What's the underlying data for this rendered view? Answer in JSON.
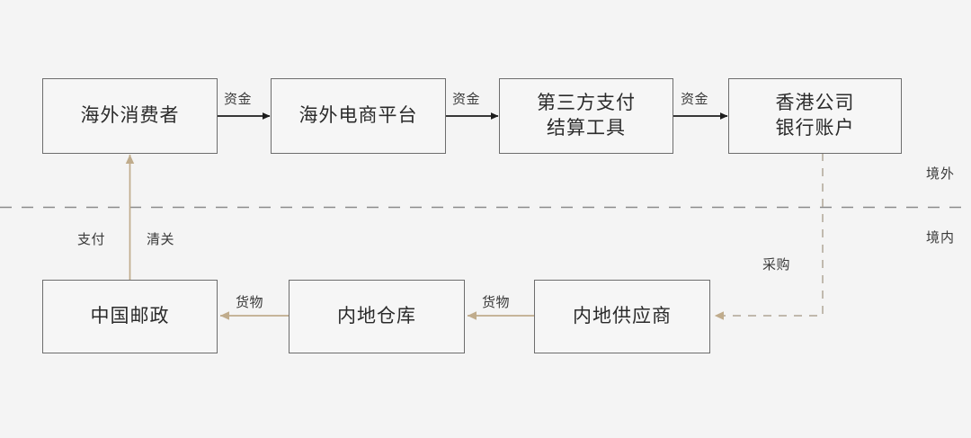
{
  "diagram": {
    "background_color": "#f4f4f4",
    "box_border_color": "#6d6d6d",
    "box_fill_color": "#f6f6f6",
    "dark_arrow_color": "#1d1d1d",
    "tan_arrow_color": "#c0ac8c",
    "divider_color": "#8a8a8a"
  },
  "nodes": {
    "overseas_consumer": {
      "label": "海外消费者"
    },
    "overseas_platform": {
      "label": "海外电商平台"
    },
    "third_party_payment": {
      "line1": "第三方支付",
      "line2": "结算工具"
    },
    "hk_bank_account": {
      "line1": "香港公司",
      "line2": "银行账户"
    },
    "china_post": {
      "label": "中国邮政"
    },
    "mainland_warehouse": {
      "label": "内地仓库"
    },
    "mainland_supplier": {
      "label": "内地供应商"
    }
  },
  "edge_labels": {
    "funds_1": "资金",
    "funds_2": "资金",
    "funds_3": "资金",
    "goods_1": "货物",
    "goods_2": "货物",
    "payment": "支付",
    "customs": "清关",
    "procurement": "采购"
  },
  "zone_labels": {
    "overseas": "境外",
    "domestic": "境内"
  }
}
